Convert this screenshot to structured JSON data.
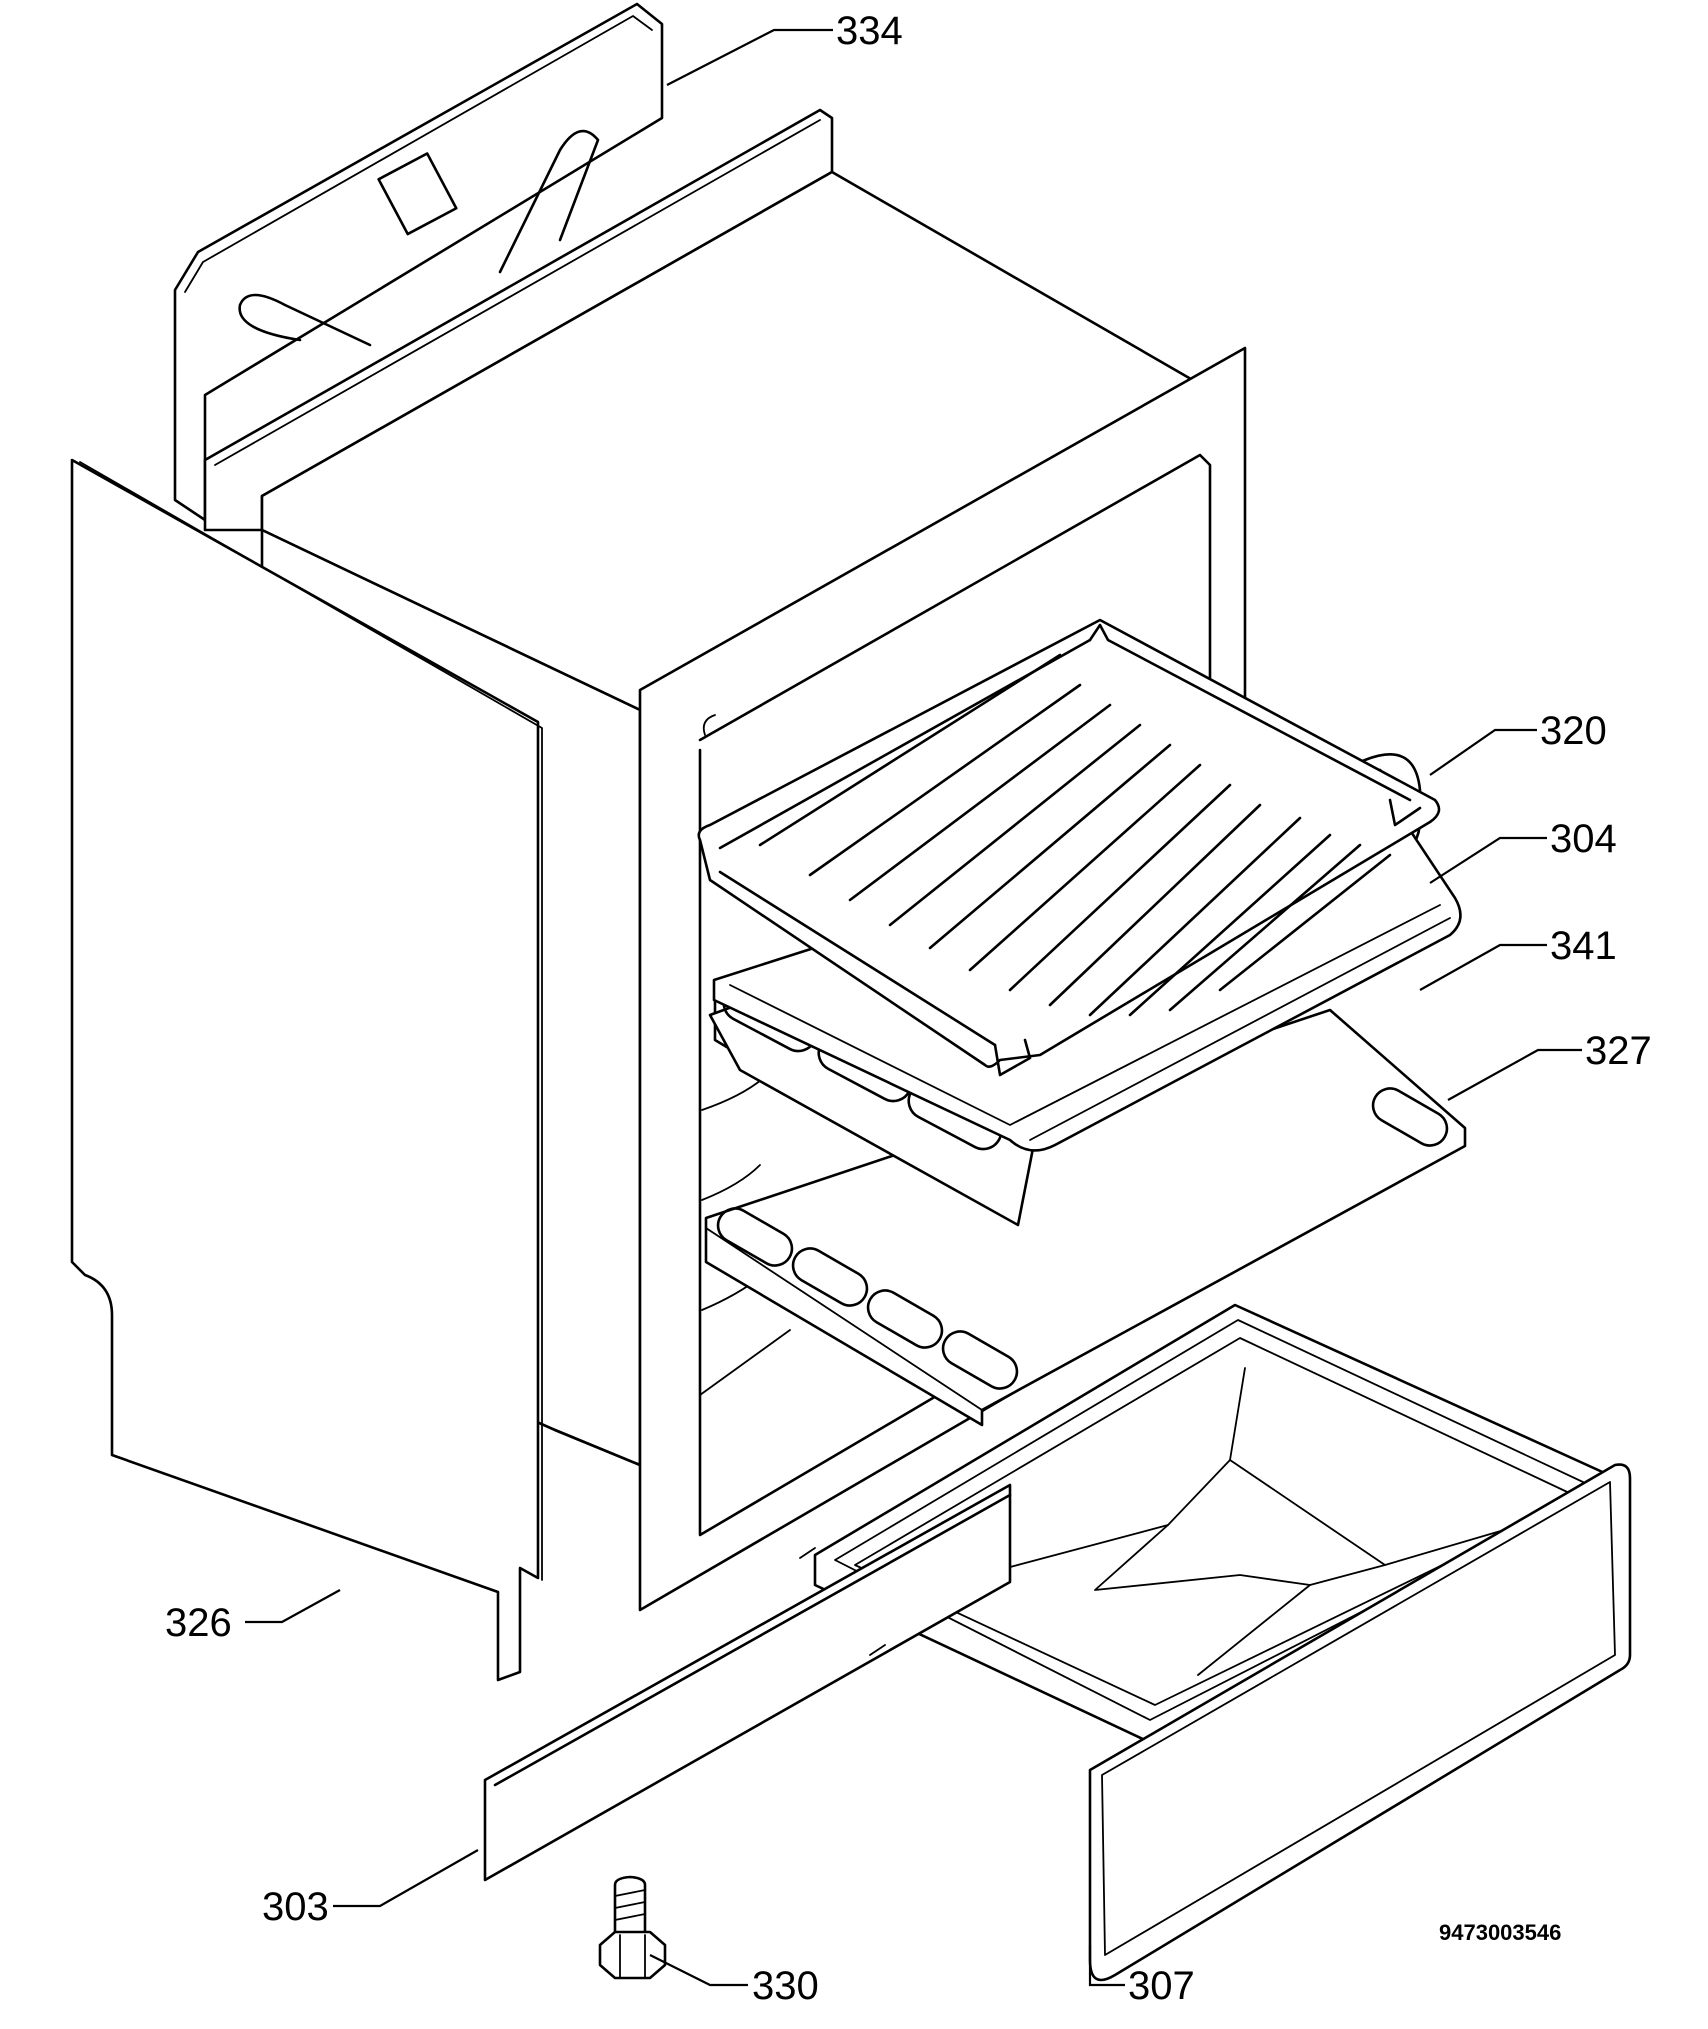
{
  "labels": {
    "p334": "334",
    "p320": "320",
    "p304": "304",
    "p341": "341",
    "p327": "327",
    "p326": "326",
    "p303": "303",
    "p330": "330",
    "p307": "307"
  },
  "drawing_number": "9473003546"
}
